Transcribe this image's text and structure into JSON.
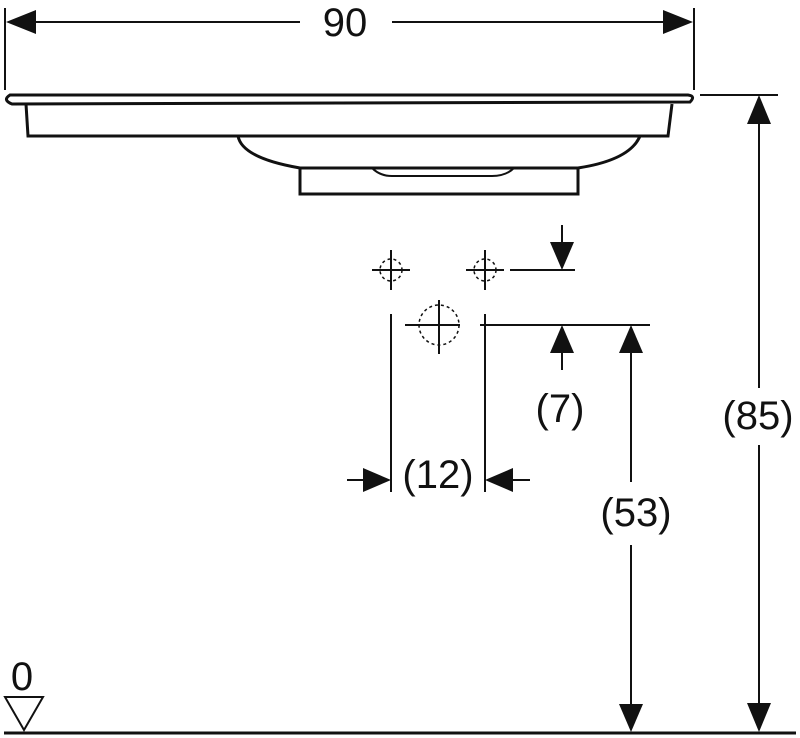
{
  "diagram": {
    "dimensions": {
      "width": "90",
      "overall_height": "(85)",
      "outlet_height": "(53)",
      "tap_offset": "(7)",
      "tap_spacing": "(12)"
    },
    "floor_level": "0"
  },
  "colors": {
    "line": "#111111",
    "background": "#ffffff"
  }
}
